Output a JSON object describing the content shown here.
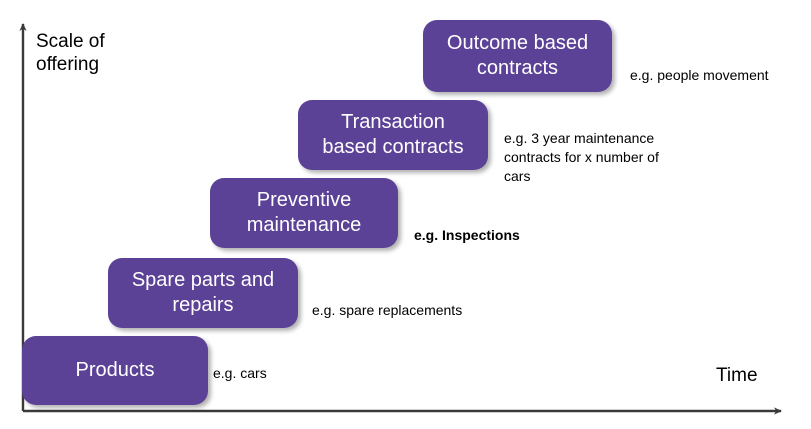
{
  "diagram": {
    "title_y_axis": "Scale of\noffering",
    "title_x_axis": "Time",
    "accent_color": "#5C4296",
    "text_color_on_box": "#FFFFFF",
    "annotation_color": "#000000",
    "background_color": "#FFFFFF",
    "axis_color": "#3A3A3A",
    "steps": [
      {
        "id": "products",
        "label": "Products",
        "example": "e.g. cars",
        "level": 1
      },
      {
        "id": "spare-parts-and-repairs",
        "label": "Spare parts and\nrepairs",
        "example": "e.g. spare replacements",
        "level": 2
      },
      {
        "id": "preventive-maintenance",
        "label": "Preventive\nmaintenance",
        "example": "e.g. Inspections",
        "level": 3
      },
      {
        "id": "transaction-based-contracts",
        "label": "Transaction\nbased contracts",
        "example": "e.g. 3 year maintenance\ncontracts for x number of\ncars",
        "level": 4
      },
      {
        "id": "outcome-based-contracts",
        "label": "Outcome based\ncontracts",
        "example": "e.g. people movement",
        "level": 5
      }
    ]
  }
}
